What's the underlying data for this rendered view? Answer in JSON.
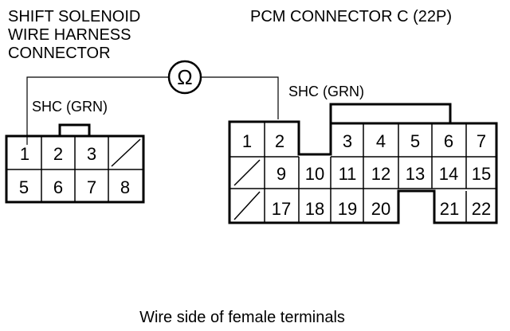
{
  "left_connector": {
    "title_lines": [
      "SHIFT SOLENOID",
      "WIRE HARNESS",
      "CONNECTOR"
    ],
    "wire_label": "SHC (GRN)",
    "row1": [
      "1",
      "2",
      "3",
      ""
    ],
    "row2": [
      "5",
      "6",
      "7",
      "8"
    ]
  },
  "right_connector": {
    "title": "PCM CONNECTOR C (22P)",
    "wire_label": "SHC (GRN)",
    "pins": [
      "1",
      "2",
      "3",
      "4",
      "5",
      "6",
      "7",
      "9",
      "10",
      "11",
      "12",
      "13",
      "14",
      "15",
      "17",
      "18",
      "19",
      "20",
      "21",
      "22"
    ]
  },
  "meter_symbol": "Ω",
  "caption": "Wire side of female terminals"
}
